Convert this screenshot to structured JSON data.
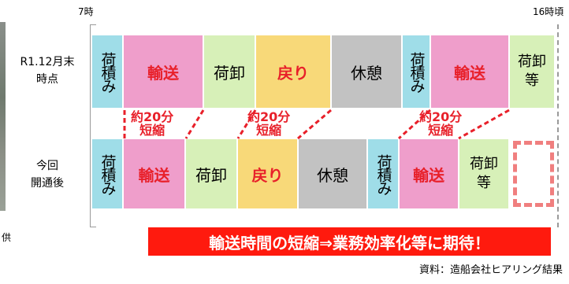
{
  "photo_credit": "供",
  "timeline": {
    "start_label": "7時",
    "end_label": "16時頃"
  },
  "rows": [
    {
      "label_line1": "R1.12月末",
      "label_line2": "時点",
      "blocks": [
        {
          "label": "荷積み",
          "color": "#9fdde8"
        },
        {
          "label": "輸送",
          "color": "#ef9ecb"
        },
        {
          "label": "荷卸",
          "color": "#d7f0b8"
        },
        {
          "label": "戻り",
          "color": "#f8d979"
        },
        {
          "label": "休憩",
          "color": "#c2c2c2"
        },
        {
          "label": "荷積み",
          "color": "#9fdde8"
        },
        {
          "label": "輸送",
          "color": "#ef9ecb"
        },
        {
          "label": "荷卸等",
          "color": "#d7f0b8"
        }
      ]
    },
    {
      "label_line1": "今回",
      "label_line2": "開通後",
      "blocks": [
        {
          "label": "荷積み",
          "color": "#9fdde8"
        },
        {
          "label": "輸送",
          "color": "#ef9ecb"
        },
        {
          "label": "荷卸",
          "color": "#d7f0b8"
        },
        {
          "label": "戻り",
          "color": "#f8d979"
        },
        {
          "label": "休憩",
          "color": "#c2c2c2"
        },
        {
          "label": "荷積み",
          "color": "#9fdde8"
        },
        {
          "label": "輸送",
          "color": "#ef9ecb"
        },
        {
          "label": "荷卸等",
          "color": "#d7f0b8"
        }
      ]
    }
  ],
  "reductions": [
    {
      "line1": "約20分",
      "line2": "短縮"
    },
    {
      "line1": "約20分",
      "line2": "短縮"
    },
    {
      "line1": "約20分",
      "line2": "短縮"
    }
  ],
  "banner": "輸送時間の短縮⇒業務効率化等に期待！",
  "source": "資料：造船会社ヒアリング結果",
  "colors": {
    "accent_red": "#e8202a",
    "banner_red": "#ff1a0e",
    "ghost_dash": "#f07f7f"
  }
}
